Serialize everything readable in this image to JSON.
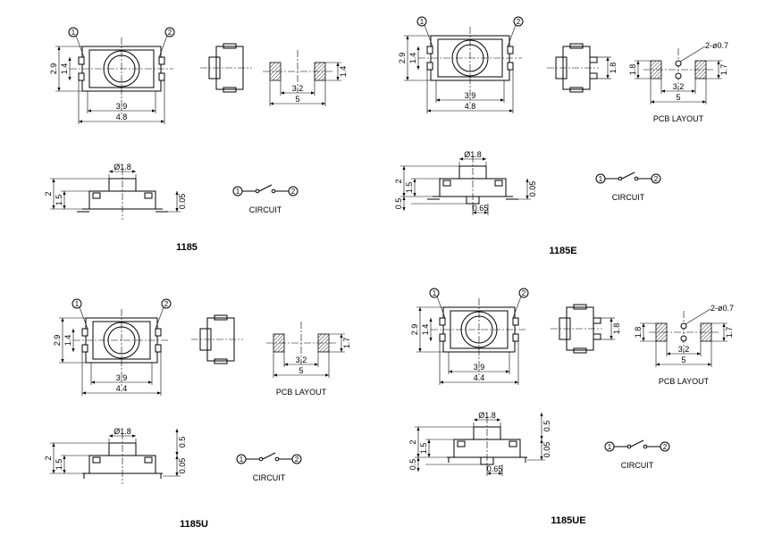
{
  "panels": [
    {
      "model": "1185",
      "top_view": {
        "pin1": "1",
        "pin2": "2",
        "height_outer": "2.9",
        "height_inner": "1.4",
        "width_inner": "3.9",
        "width_outer": "4.8"
      },
      "pcb_layout": {
        "pad_height": "1.4",
        "pad_inner_spacing": "3.2",
        "pad_outer_span": "5",
        "caption": "",
        "hole_label": "",
        "side_height": ""
      },
      "side_view": {
        "knob_diameter": "Ø1.8",
        "total_height": "2",
        "body_height": "1.5",
        "lead_thickness": "0.05",
        "peg_height": "",
        "peg_offset": ""
      },
      "circuit": {
        "pin1": "1",
        "pin2": "2",
        "caption": "CIRCUIT"
      }
    },
    {
      "model": "1185E",
      "top_view": {
        "pin1": "1",
        "pin2": "2",
        "height_outer": "2.9",
        "height_inner": "1.4",
        "width_inner": "3.9",
        "width_outer": "4.8"
      },
      "side_top_view": {
        "height": "1.8"
      },
      "pcb_layout": {
        "pad_height": "1.8",
        "pad_inner_spacing": "3.2",
        "pad_outer_span": "5",
        "caption": "PCB LAYOUT",
        "hole_label": "2-ø0.7",
        "side_height": "1.7"
      },
      "side_view": {
        "knob_diameter": "Ø1.8",
        "total_height": "2",
        "body_height": "1.5",
        "lead_thickness": "0.05",
        "peg_height": "0.5",
        "peg_offset": "0.65"
      },
      "circuit": {
        "pin1": "1",
        "pin2": "2",
        "caption": "CIRCUIT"
      }
    },
    {
      "model": "1185U",
      "top_view": {
        "pin1": "1",
        "pin2": "2",
        "height_outer": "2.9",
        "height_inner": "1.4",
        "width_inner": "3.9",
        "width_outer": "4.4"
      },
      "pcb_layout": {
        "pad_height": "1.7",
        "pad_inner_spacing": "3.2",
        "pad_outer_span": "5",
        "caption": "PCB LAYOUT",
        "hole_label": "",
        "side_height": ""
      },
      "side_view": {
        "knob_diameter": "Ø1.8",
        "total_height": "2",
        "body_height": "1.5",
        "lead_thickness": "0.05",
        "lead_height": "0.5",
        "peg_height": "",
        "peg_offset": ""
      },
      "circuit": {
        "pin1": "1",
        "pin2": "2",
        "caption": "CIRCUIT"
      }
    },
    {
      "model": "1185UE",
      "top_view": {
        "pin1": "1",
        "pin2": "2",
        "height_outer": "2.9",
        "height_inner": "1.4",
        "width_inner": "3.9",
        "width_outer": "4.4"
      },
      "side_top_view": {
        "height": "1.8"
      },
      "pcb_layout": {
        "pad_height": "1.8",
        "pad_inner_spacing": "3.2",
        "pad_outer_span": "5",
        "caption": "PCB LAYOUT",
        "hole_label": "2-ø0.7",
        "side_height": "1.7"
      },
      "side_view": {
        "knob_diameter": "Ø1.8",
        "total_height": "2",
        "body_height": "1.5",
        "lead_thickness": "0.05",
        "lead_height": "0.5",
        "peg_height": "0.5",
        "peg_offset": "0.65"
      },
      "circuit": {
        "pin1": "1",
        "pin2": "2",
        "caption": "CIRCUIT"
      }
    }
  ]
}
